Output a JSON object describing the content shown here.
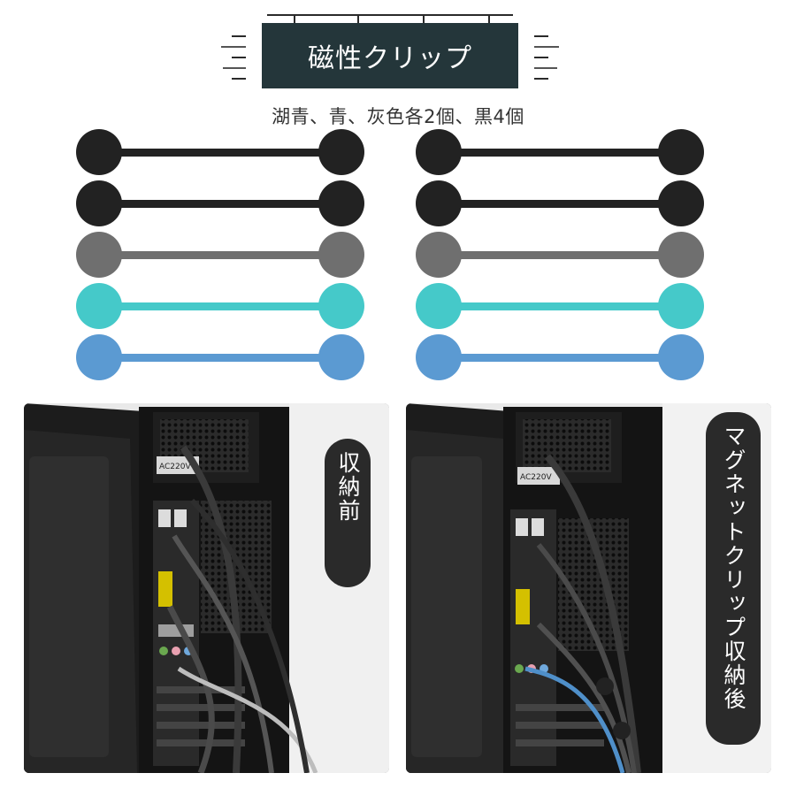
{
  "title": "磁性クリップ",
  "subtitle": "湖青、青、灰色各2個、黒4個",
  "clips": [
    {
      "color": "#222222"
    },
    {
      "color": "#222222"
    },
    {
      "color": "#6f6f6f"
    },
    {
      "color": "#45c9c9"
    },
    {
      "color": "#5b9ad2"
    }
  ],
  "photos": [
    {
      "label": "収納前"
    },
    {
      "label": "マグネットクリップ収納後"
    }
  ],
  "psu_label": "AC220V"
}
